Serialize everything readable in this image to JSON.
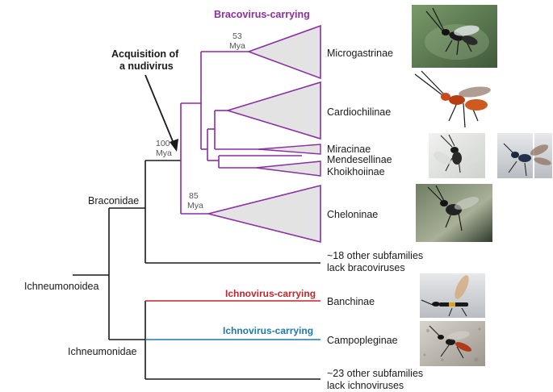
{
  "diagram": {
    "header_label": "Bracovirus-carrying",
    "annotation": {
      "line1": "Acquisition of",
      "line2": "a nudivirus"
    },
    "root_label": "Ichneumonoidea",
    "families": {
      "braconidae": "Braconidae",
      "ichneumonidae": "Ichneumonidae"
    },
    "ages": {
      "a100": {
        "value": "100",
        "unit": "Mya"
      },
      "a85": {
        "value": "85",
        "unit": "Mya"
      },
      "a53": {
        "value": "53",
        "unit": "Mya"
      }
    },
    "taxa": {
      "microgastrinae": "Microgastrinae",
      "cardiochilinae": "Cardiochilinae",
      "miracinae": "Miracinae",
      "mendesellinae": "Mendesellinae",
      "khoikhoiinae": "Khoikhoiinae",
      "cheloninae": "Cheloninae",
      "other_braconid_1": "~18 other subfamilies",
      "other_braconid_2": "lack bracoviruses",
      "banchinae": "Banchinae",
      "campopleginae": "Campopleginae",
      "other_ichneumonid_1": "~23 other subfamilies",
      "other_ichneumonid_2": "lack ichnoviruses"
    },
    "branch_labels": {
      "banchinae": "Ichnovirus-carrying",
      "campopleginae": "Ichnovirus-carrying"
    },
    "colors": {
      "bracovirus": "#8a2fa0",
      "ichnovirus_banchinae": "#c0262d",
      "ichnovirus_campopleginae": "#1f7aa8",
      "tree": "#1a1a1a",
      "clade_fill": "#e3e3e3"
    },
    "photos": [
      {
        "name": "Microgastrinae wasp photo"
      },
      {
        "name": "Cardiochilinae wasp photo"
      },
      {
        "name": "Miracinae wasp photo"
      },
      {
        "name": "Mendesellinae wasp photo"
      },
      {
        "name": "Cheloninae wasp photo"
      },
      {
        "name": "Banchinae wasp photo"
      },
      {
        "name": "Campopleginae wasp photo"
      }
    ]
  }
}
